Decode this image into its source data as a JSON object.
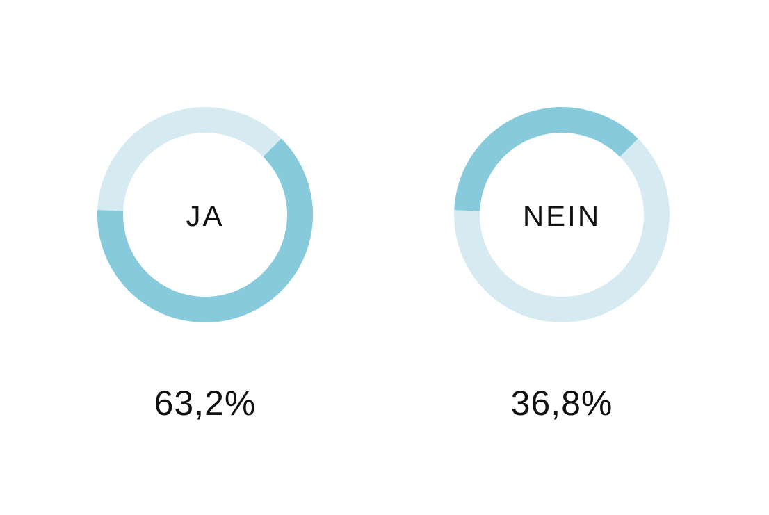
{
  "chart_data": [
    {
      "type": "pie",
      "label": "JA",
      "value": 63.2,
      "value_label": "63,2%",
      "colors": {
        "value": "#86CADB",
        "rest": "#D5EBF1"
      }
    },
    {
      "type": "pie",
      "label": "NEIN",
      "value": 36.8,
      "value_label": "36,8%",
      "colors": {
        "value": "#86CADB",
        "rest": "#D5EBF1"
      }
    }
  ]
}
